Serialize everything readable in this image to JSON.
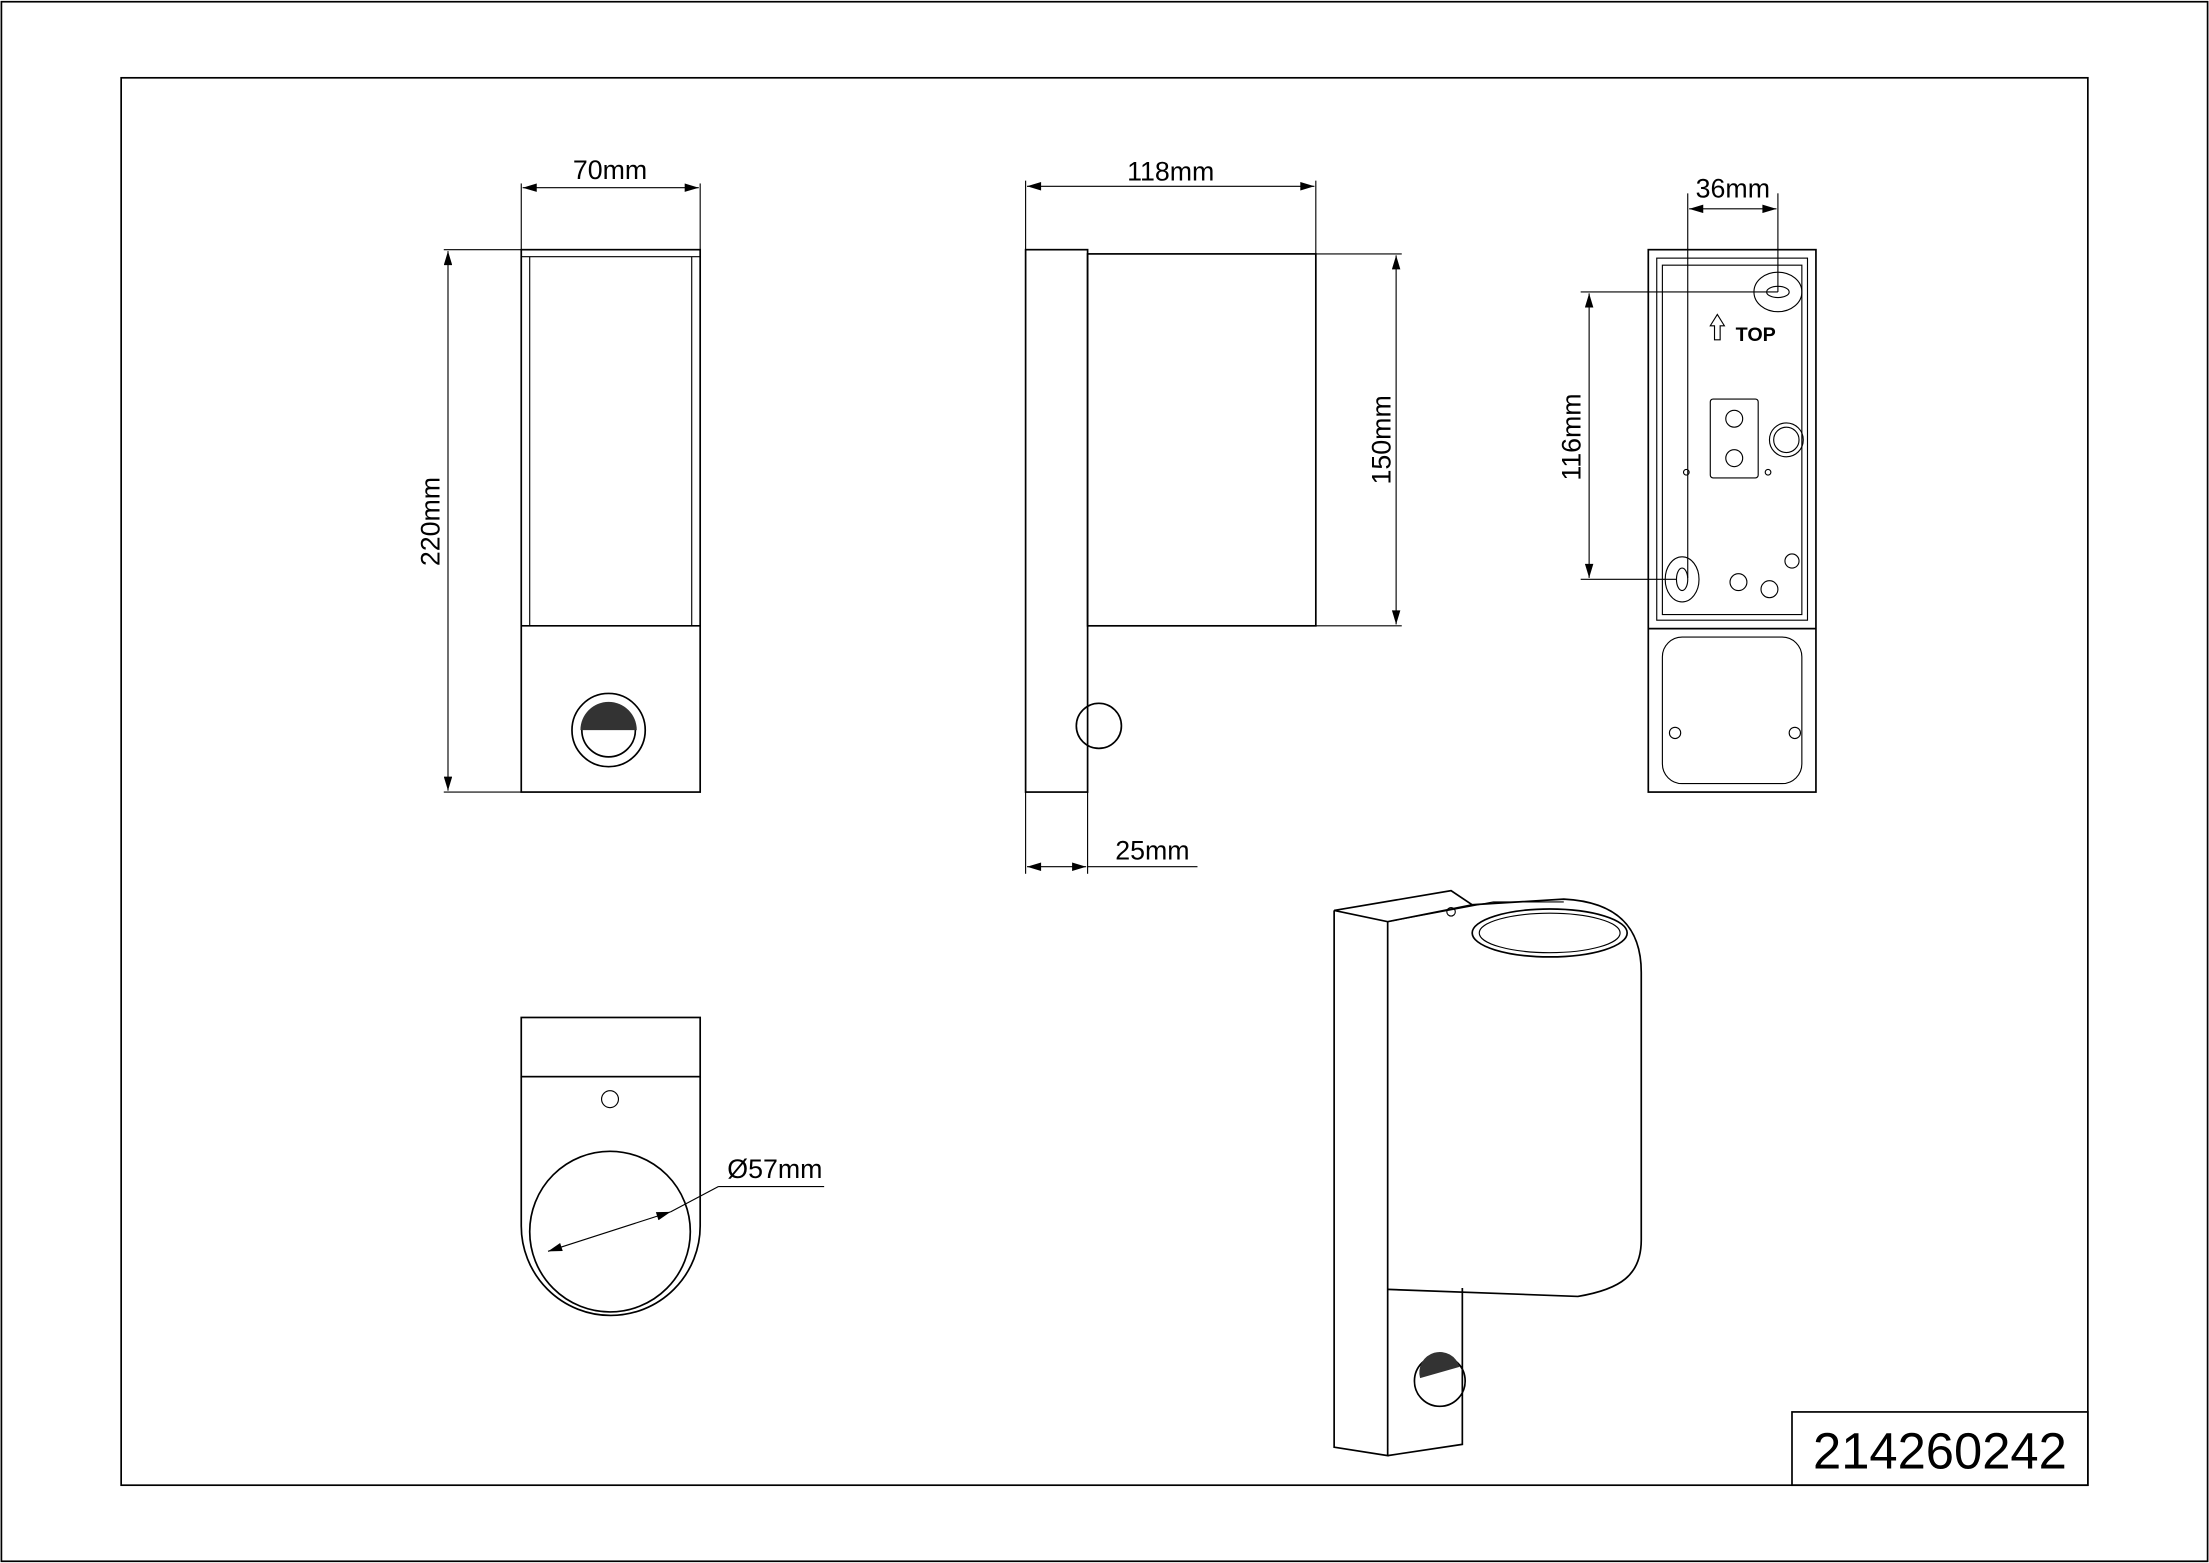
{
  "dimensions": {
    "front_width": "70mm",
    "front_height": "220mm",
    "side_depth": "118mm",
    "side_height": "150mm",
    "side_base": "25mm",
    "back_hole_spacing": "36mm",
    "back_hole_vertical": "116mm",
    "top_diameter": "Ø57mm"
  },
  "back_label": "TOP",
  "article_number": "214260242"
}
